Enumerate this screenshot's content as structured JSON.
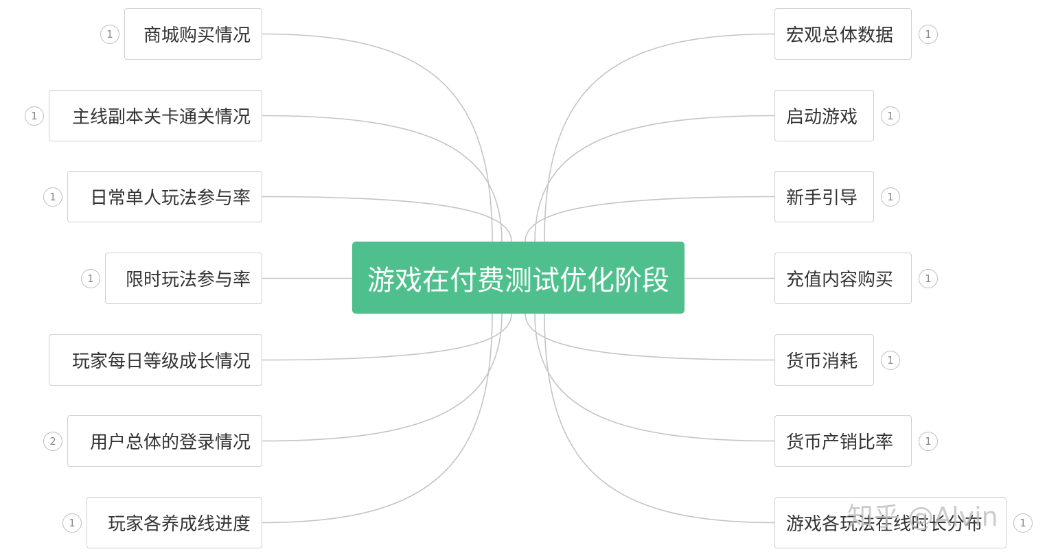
{
  "root": {
    "label": "游戏在付费测试优化阶段",
    "color": "#4fc08d"
  },
  "left_nodes": [
    {
      "label": "商城购买情况",
      "badge": "1"
    },
    {
      "label": "主线副本关卡通关情况",
      "badge": "1"
    },
    {
      "label": "日常单人玩法参与率",
      "badge": "1"
    },
    {
      "label": "限时玩法参与率",
      "badge": "1"
    },
    {
      "label": "玩家每日等级成长情况",
      "badge": ""
    },
    {
      "label": "用户总体的登录情况",
      "badge": "2"
    },
    {
      "label": "玩家各养成线进度",
      "badge": "1"
    }
  ],
  "right_nodes": [
    {
      "label": "宏观总体数据",
      "badge": "1"
    },
    {
      "label": "启动游戏",
      "badge": "1"
    },
    {
      "label": "新手引导",
      "badge": "1"
    },
    {
      "label": "充值内容购买",
      "badge": "1"
    },
    {
      "label": "货币消耗",
      "badge": "1"
    },
    {
      "label": "货币产销比率",
      "badge": "1"
    },
    {
      "label": "游戏各玩法在线时长分布",
      "badge": "1"
    }
  ],
  "watermark": "知乎 @Alvin",
  "colors": {
    "link": "#c4c4c4",
    "node_border": "#cfcfcf",
    "text": "#333333"
  }
}
